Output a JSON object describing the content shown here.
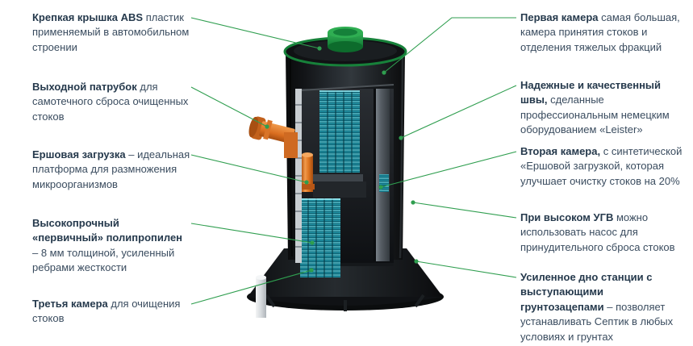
{
  "colors": {
    "callout_line": "#2f9e4f",
    "accent_green": "#1e8f3e",
    "pipe_orange": "#e0762a",
    "media_cyan": "#55d0e0",
    "text_regular": "#3a4c5f",
    "text_bold": "#25394c"
  },
  "annotations": {
    "left": [
      {
        "bold": "Крепкая крышка ABS",
        "text": " пластик применяемый в автомобильном строении"
      },
      {
        "bold": "Выходной патрубок",
        "text": " для самотечного сброса очищенных стоков"
      },
      {
        "bold": "Ершовая загрузка",
        "text": " – идеальная платформа для размножения микроорганизмов"
      },
      {
        "bold": "Высокопрочный «первичный» полипропилен",
        "text": " – 8 мм толщиной, усиленный ребрами жесткости"
      },
      {
        "bold": "Третья камера",
        "text": " для очищения стоков"
      }
    ],
    "right": [
      {
        "bold": "Первая камера",
        "text": " самая большая, камера принятия стоков и отделения тяжелых фракций"
      },
      {
        "bold": "Надежные и качественный швы,",
        "text": " сделанные профессиональным немецким оборудованием «Leister»"
      },
      {
        "bold": "Вторая камера,",
        "text": " с синтетической «Ершовой загрузкой, которая улучшает очистку стоков на 20%"
      },
      {
        "bold": "При высоком УГВ",
        "text": " можно использовать насос для принудительного сброса стоков"
      },
      {
        "bold": "Усиленное дно станции с выступающими грунтозацепами",
        "text": " – позволяет устанавливать Септик в любых условиях и грунтах"
      }
    ]
  }
}
